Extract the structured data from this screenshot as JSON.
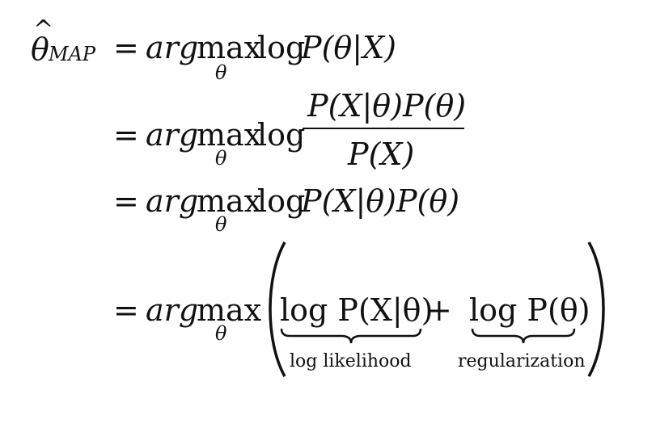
{
  "lhs": {
    "theta": "θ",
    "hat": "^",
    "sub": "MAP"
  },
  "common": {
    "eq": "=",
    "arg": "arg",
    "max": "max",
    "under": "θ",
    "log": "log"
  },
  "line1": {
    "expr": "P(θ|X)"
  },
  "line2": {
    "num": "P(X|θ)P(θ)",
    "den": "P(X)"
  },
  "line3": {
    "expr": "P(X|θ)P(θ)"
  },
  "line4": {
    "term1": "log P(X|θ)",
    "plus": "+",
    "term2": "log P(θ)",
    "brace1_label": "log likelihood",
    "brace2_label": "regularization"
  },
  "colors": {
    "ink": "#111111",
    "background": "#ffffff"
  }
}
